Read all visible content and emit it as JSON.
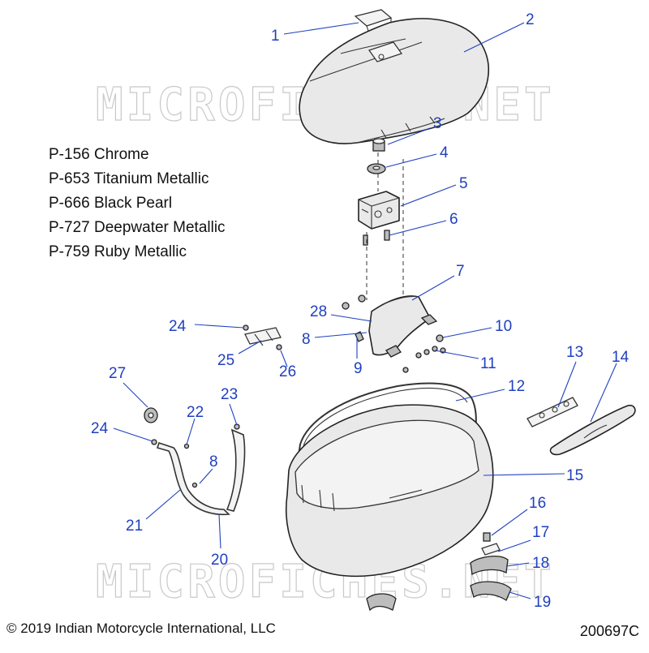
{
  "watermark": "MICROFICHES.NET",
  "color_codes": [
    "P-156 Chrome",
    "P-653 Titanium Metallic",
    "P-666 Black Pearl",
    "P-727 Deepwater Metallic",
    "P-759 Ruby Metallic"
  ],
  "callouts": [
    "1",
    "2",
    "3",
    "4",
    "5",
    "6",
    "7",
    "28",
    "8",
    "10",
    "9",
    "11",
    "24",
    "25",
    "26",
    "12",
    "13",
    "14",
    "27",
    "23",
    "22",
    "24",
    "8",
    "15",
    "21",
    "20",
    "16",
    "17",
    "18",
    "19"
  ],
  "copyright": "© 2019 Indian Motorcycle International, LLC",
  "diagram_id": "200697C",
  "colors": {
    "callout": "#1f3fbf",
    "line": "#222222",
    "watermark": "#c9c9c9"
  }
}
